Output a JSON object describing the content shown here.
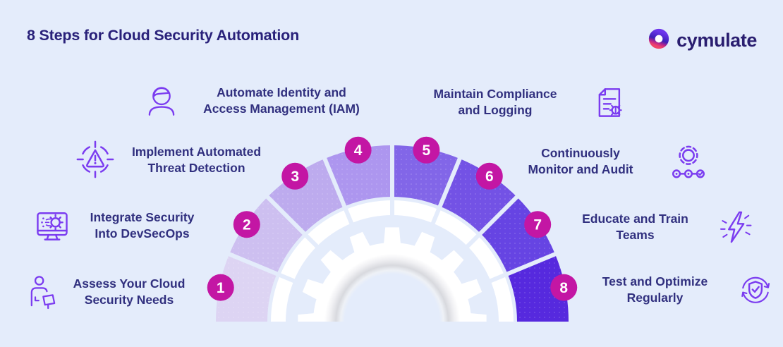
{
  "theme": {
    "background": "#e4ecfb",
    "title_color": "#29217a",
    "label_color": "#31307f",
    "icon_color": "#7b3cf0",
    "badge_color": "#c316a4",
    "badge_text_color": "#ffffff",
    "ring_color": "#ffffff",
    "gear_color": "#ffffff",
    "logo_color": "#2a1e70"
  },
  "header": {
    "title": "8 Steps for Cloud Security Automation"
  },
  "logo": {
    "wordmark": "cymulate"
  },
  "diagram": {
    "type": "semicircular-process-arch",
    "segments": 8,
    "center_motif": "gear",
    "steps": [
      {
        "number": "1",
        "label_line1": "Assess Your Cloud",
        "label_line2": "Security Needs",
        "icon": "person-at-desk-icon",
        "segment_color": "#ddd4f3"
      },
      {
        "number": "2",
        "label_line1": "Integrate Security",
        "label_line2": "Into DevSecOps",
        "icon": "monitor-gear-icon",
        "segment_color": "#cdbff0"
      },
      {
        "number": "3",
        "label_line1": "Implement Automated",
        "label_line2": "Threat Detection",
        "icon": "target-alert-icon",
        "segment_color": "#bdabee"
      },
      {
        "number": "4",
        "label_line1": "Automate Identity and",
        "label_line2": "Access Management (IAM)",
        "icon": "person-icon",
        "segment_color": "#ad96ef"
      },
      {
        "number": "5",
        "label_line1": "Maintain Compliance",
        "label_line2": "and Logging",
        "icon": "document-bug-icon",
        "segment_color": "#8266e8"
      },
      {
        "number": "6",
        "label_line1": "Continuously",
        "label_line2": "Monitor and Audit",
        "icon": "gear-audit-icon",
        "segment_color": "#7352e5"
      },
      {
        "number": "7",
        "label_line1": "Educate and Train",
        "label_line2": "Teams",
        "icon": "lightning-icon",
        "segment_color": "#6644e3"
      },
      {
        "number": "8",
        "label_line1": "Test and Optimize",
        "label_line2": "Regularly",
        "icon": "shield-refresh-icon",
        "segment_color": "#5629de"
      }
    ]
  }
}
